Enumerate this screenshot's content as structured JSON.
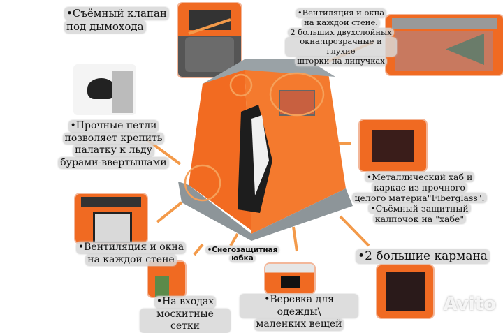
{
  "captions": {
    "chimney_valve": [
      "•Съёмный клапан",
      "под дымохода"
    ],
    "windows_top": [
      "•Вентиляция и окна",
      "на каждой стене.",
      "2 больших двухслойных",
      "окна:прозрачные и глухие",
      "шторки на липучках"
    ],
    "loops": [
      "•Прочные петли",
      "позволяет крепить",
      "палатку к льду",
      "бурами-ввертышами"
    ],
    "hub": [
      "•Металлический хаб и",
      "каркас из прочного",
      "целого материа\"Fiberglass\".",
      "•Съёмный защитный",
      "калпочок на \"хабе\""
    ],
    "windows_side": [
      "•Вентиляция и окна",
      "на каждой стене"
    ],
    "snow_skirt": [
      "•Снегозащитная",
      "юбка"
    ],
    "mosquito": [
      "•На входах",
      "москитные сетки"
    ],
    "rope": [
      "•Веревка для одежды\\",
      "маленких вещей"
    ],
    "pockets": [
      "•2 большие кармана"
    ]
  },
  "watermark": "Avito",
  "colors": {
    "tent_orange": "#f26b21",
    "tent_grey": "#8d9599",
    "arrow": "#f39a4a",
    "highlight": "#f5a05a"
  }
}
